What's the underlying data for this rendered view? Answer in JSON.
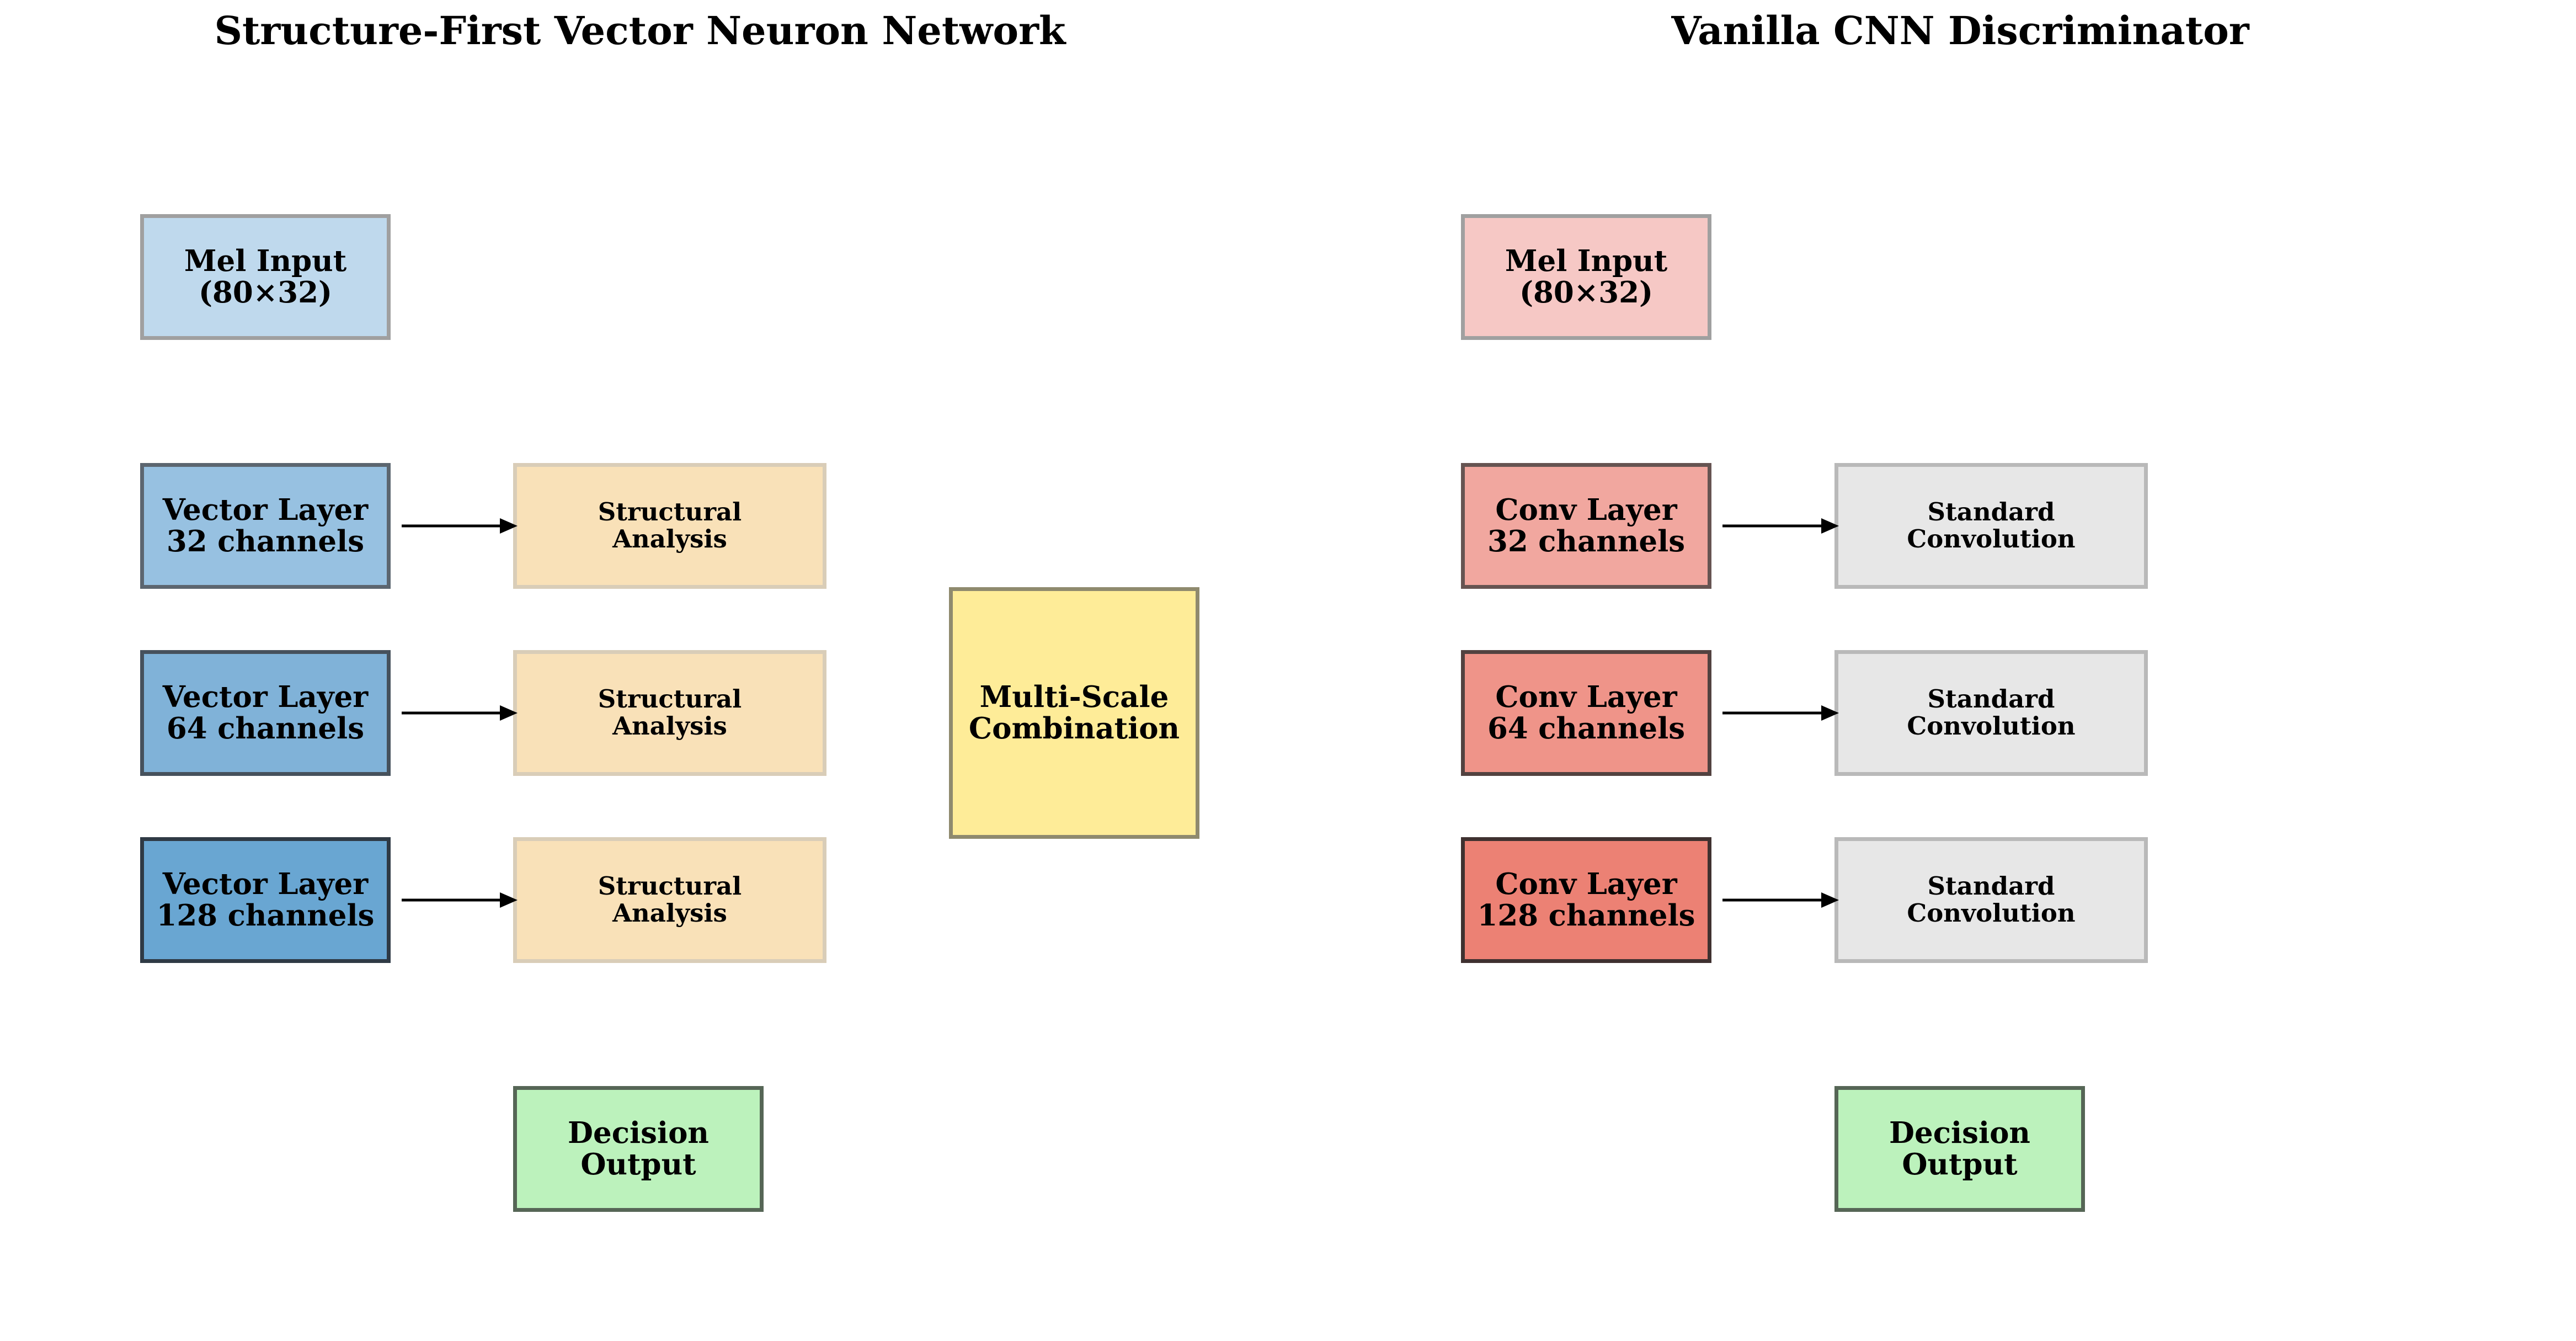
{
  "left": {
    "title": "Structure-First Vector Neuron Network",
    "input": "Mel Input\n(80×32)",
    "layers": [
      "Vector Layer\n32 channels",
      "Vector Layer\n64 channels",
      "Vector Layer\n128 channels"
    ],
    "analysis": [
      "Structural\nAnalysis",
      "Structural\nAnalysis",
      "Structural\nAnalysis"
    ],
    "combination": "Multi-Scale\nCombination",
    "output": "Decision\nOutput",
    "colors": {
      "input_fill": "#bfd9ed",
      "layer_fills": [
        "#97c1e1",
        "#80b2d8",
        "#69a6d2"
      ],
      "analysis_fill": "#f9e1b8",
      "combination_fill": "#feec98",
      "output_fill": "#bcf2bc"
    }
  },
  "right": {
    "title": "Vanilla CNN Discriminator",
    "input": "Mel Input\n(80×32)",
    "layers": [
      "Conv Layer\n32 channels",
      "Conv Layer\n64 channels",
      "Conv Layer\n128 channels"
    ],
    "analysis": [
      "Standard\nConvolution",
      "Standard\nConvolution",
      "Standard\nConvolution"
    ],
    "output": "Decision\nOutput",
    "colors": {
      "input_fill": "#f6c8c5",
      "layer_fills": [
        "#f1a79f",
        "#ef9489",
        "#ec8174"
      ],
      "analysis_fill": "#e7e7e7",
      "output_fill": "#bcf2bc"
    }
  }
}
